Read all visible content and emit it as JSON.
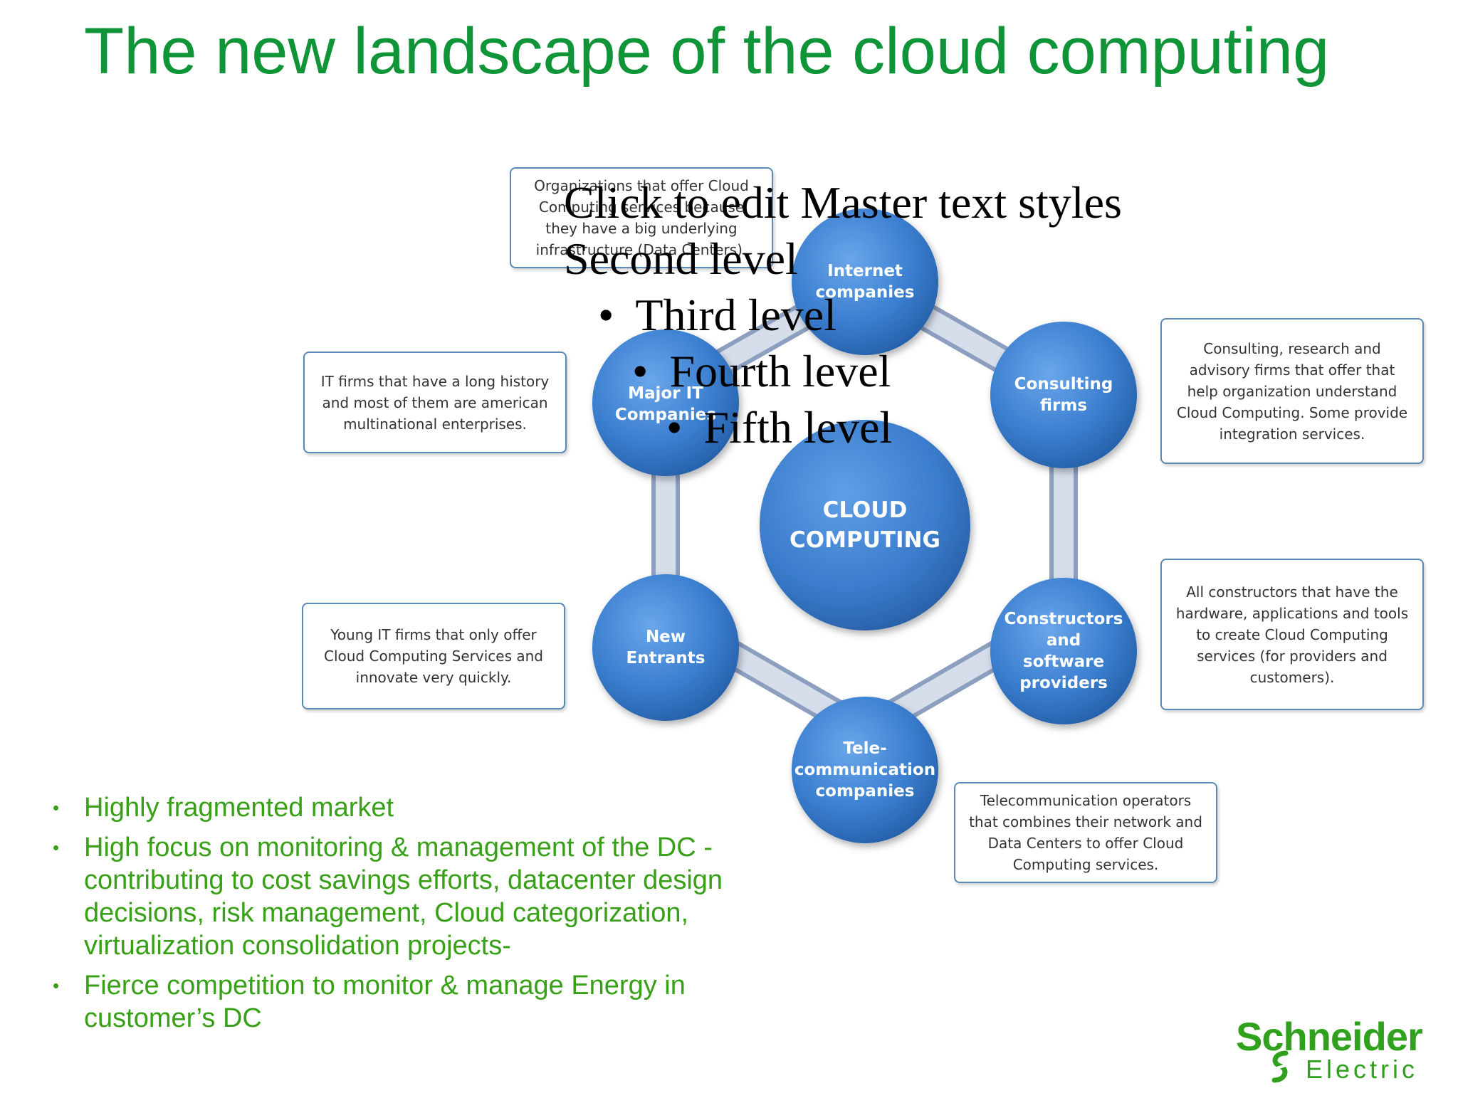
{
  "slide": {
    "title": "The new landscape of the cloud computing"
  },
  "diagram": {
    "center": {
      "line1": "CLOUD",
      "line2": "COMPUTING"
    },
    "nodes": [
      {
        "id": "internet",
        "lines": [
          "Internet",
          "companies"
        ]
      },
      {
        "id": "consulting",
        "lines": [
          "Consulting",
          "firms"
        ]
      },
      {
        "id": "constructors",
        "lines": [
          "Constructors",
          "and",
          "software",
          "providers"
        ]
      },
      {
        "id": "telecom",
        "lines": [
          "Tele-",
          "communication",
          "companies"
        ]
      },
      {
        "id": "new-entrants",
        "lines": [
          "New",
          "Entrants"
        ]
      },
      {
        "id": "major-it",
        "lines": [
          "Major IT",
          "Companies"
        ]
      }
    ],
    "descriptions": {
      "internet": "Organizations that offer Cloud Computing services because they have a big underlying infrastructure (Data Centers).",
      "consulting": "Consulting, research and advisory firms that offer  that help organization understand Cloud Computing. Some provide integration services.",
      "constructors": "All constructors that have the hardware, applications and tools to create Cloud Computing services (for providers and customers).",
      "telecom": "Telecommunication operators that combines their network and Data Centers to offer Cloud Computing services.",
      "new_entrants": "Young IT firms that only offer Cloud Computing Services and innovate very quickly.",
      "major_it": "IT firms that have a long history and most of them are american multinational enterprises."
    }
  },
  "master_placeholder": {
    "levels": [
      "Click to edit Master text styles",
      "Second level",
      "Third level",
      "Fourth level",
      "Fifth level"
    ],
    "bullet_glyph": "•"
  },
  "bullets": [
    {
      "text": "Highly fragmented market"
    },
    {
      "text": "High focus on monitoring & management of the DC -contributing to cost savings efforts, datacenter design decisions, risk management, Cloud categorization, virtualization consolidation projects-"
    },
    {
      "text": "Fierce competition to monitor & manage Energy in customer’s DC"
    }
  ],
  "bullet_glyph": "•",
  "logo": {
    "name": "Schneider",
    "sub": "Electric"
  },
  "colors": {
    "title_green": "#0f9438",
    "bullet_green": "#37a017",
    "node_blue": "#3a7fcf",
    "box_border": "#5a89b8"
  }
}
